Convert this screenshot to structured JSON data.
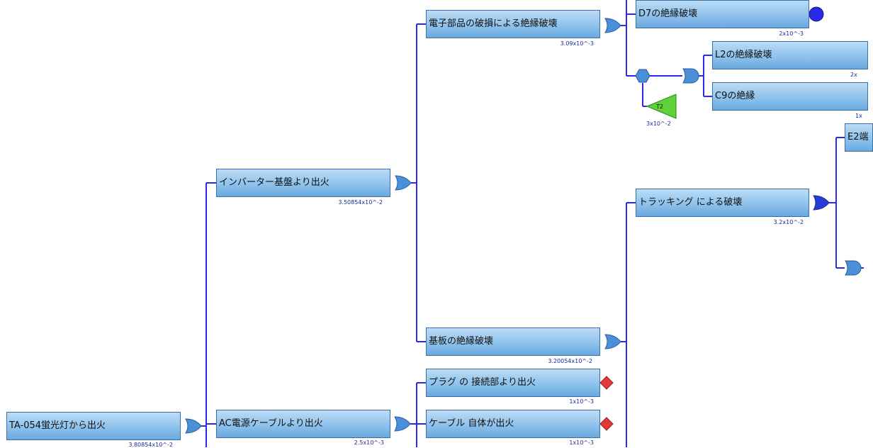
{
  "nodes": {
    "top": {
      "label": "TA-054蛍光灯から出火",
      "prob": "3.80854x10^-2"
    },
    "inverter": {
      "label": "インバーター基盤より出火",
      "prob": "3.50854x10^-2"
    },
    "ac_cable": {
      "label": "AC電源ケーブルより出火",
      "prob": "2.5x10^-3"
    },
    "elec_parts": {
      "label": "電子部品の破損による絶縁破壊",
      "prob": "3.09x10^-3"
    },
    "board_insul": {
      "label": "基板の絶縁破壊",
      "prob": "3.20054x10^-2"
    },
    "plug": {
      "label": "プラグ の 接続部より出火",
      "prob": "1x10^-3"
    },
    "cable_self": {
      "label": "ケーブル 自体が出火",
      "prob": "1x10^-3"
    },
    "d7": {
      "label": "D7の絶縁破壊",
      "prob": "2x10^-3"
    },
    "l2": {
      "label": "L2の絶縁破壊",
      "prob": "2x"
    },
    "c9": {
      "label": "C9の絶縁",
      "prob": "1x"
    },
    "tracking": {
      "label": "トラッキング による破壊",
      "prob": "3.2x10^-2"
    },
    "e2": {
      "label": "E2端"
    }
  },
  "transfer": {
    "label": "T2",
    "prob": "3x10^-2"
  },
  "colors": {
    "line": "#2a2ae8",
    "gate": "#4a90d9",
    "box_top": "#bcdcf5",
    "box_bottom": "#6aa9de",
    "basic_event": "#2a2ae8",
    "undeveloped": "#e23a3a",
    "transfer": "#5fd23a"
  }
}
